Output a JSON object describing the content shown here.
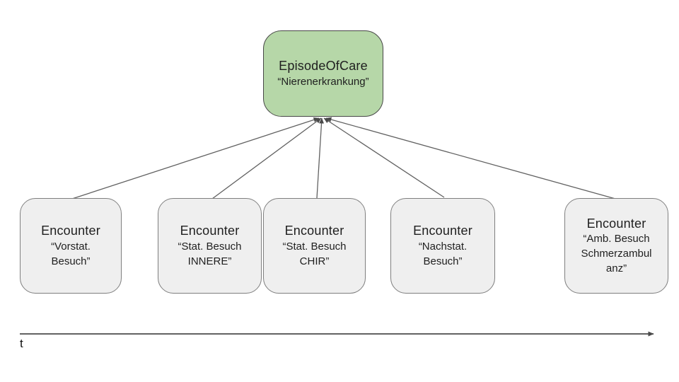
{
  "diagram": {
    "episode": {
      "title": "EpisodeOfCare",
      "subtitle": "“Nierenerkrankung”"
    },
    "encounters": [
      {
        "title": "Encounter",
        "subtitle": "“Vorstat. Besuch”"
      },
      {
        "title": "Encounter",
        "subtitle": "“Stat. Besuch INNERE”"
      },
      {
        "title": "Encounter",
        "subtitle": "“Stat. Besuch CHIR”"
      },
      {
        "title": "Encounter",
        "subtitle": "“Nachstat. Besuch”"
      },
      {
        "title": "Encounter",
        "subtitle": "“Amb. Besuch Schmerzambulanz”"
      }
    ],
    "timeline_label": "t",
    "colors": {
      "episode_fill": "#b6d7a8",
      "episode_border": "#474747",
      "encounter_fill": "#efefef",
      "encounter_border": "#7f7f7f",
      "connector_line": "#616161",
      "timeline_line": "#4d4d4d"
    }
  }
}
